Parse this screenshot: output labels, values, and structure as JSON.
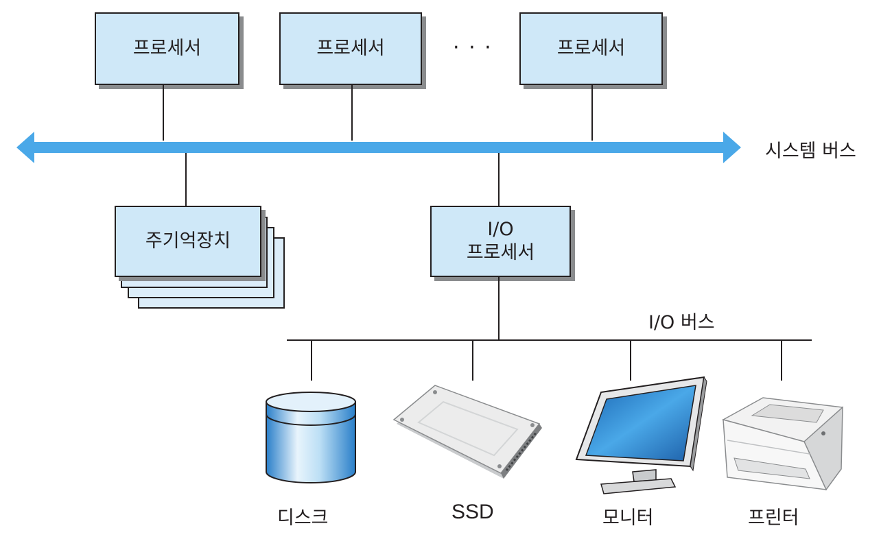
{
  "processors": [
    "프로세서",
    "프로세서",
    "프로세서"
  ],
  "ellipsis": "· · ·",
  "system_bus_label": "시스템 버스",
  "main_memory_label": "주기억장치",
  "io_processor": {
    "line1": "I/O",
    "line2": "프로세서"
  },
  "io_bus_label": "I/O 버스",
  "devices": [
    {
      "label": "디스크",
      "icon": "disk-icon"
    },
    {
      "label": "SSD",
      "icon": "ssd-icon"
    },
    {
      "label": "모니터",
      "icon": "monitor-icon"
    },
    {
      "label": "프린터",
      "icon": "printer-icon"
    }
  ],
  "colors": {
    "box_fill": "#cfe8f8",
    "bus_arrow": "#4aa8e8",
    "line": "#231f20"
  }
}
